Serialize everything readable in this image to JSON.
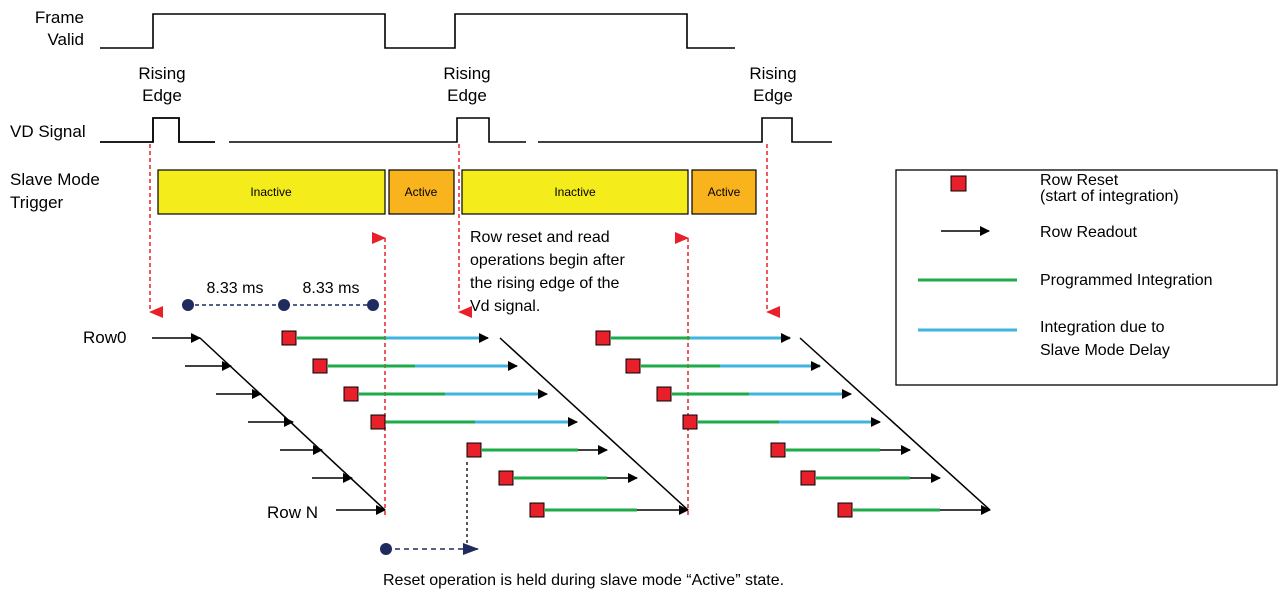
{
  "signals": {
    "frame_valid": [
      "Frame",
      "Valid"
    ],
    "vd_signal": "VD Signal",
    "slave_mode_trigger": [
      "Slave Mode",
      "Trigger"
    ]
  },
  "rising_edge": [
    "Rising",
    "Edge"
  ],
  "trigger_states": {
    "inactive": "Inactive",
    "active": "Active"
  },
  "timing": {
    "interval_1": "8.33 ms",
    "interval_2": "8.33 ms"
  },
  "rows": {
    "first": "Row0",
    "last": "Row N"
  },
  "annotations": {
    "row_reset_note": [
      "Row reset and read",
      "operations begin after",
      "the rising edge of the",
      "Vd signal."
    ],
    "reset_held_note": "Reset operation is held during slave mode “Active” state."
  },
  "legend": {
    "row_reset": [
      "Row Reset",
      "(start of integration)"
    ],
    "row_readout": "Row Readout",
    "programmed_integration": "Programmed Integration",
    "slave_delay_integration": [
      "Integration due to",
      "Slave Mode Delay"
    ]
  },
  "colors": {
    "inactive_fill": "#f5ec1c",
    "active_fill": "#f9b31c",
    "reset_marker": "#e8202a",
    "guide_arrow": "#e8202a",
    "programmed_integration": "#1faa4a",
    "slave_delay_integration": "#3fb4e0",
    "timing_marker": "#1f2b5e"
  }
}
